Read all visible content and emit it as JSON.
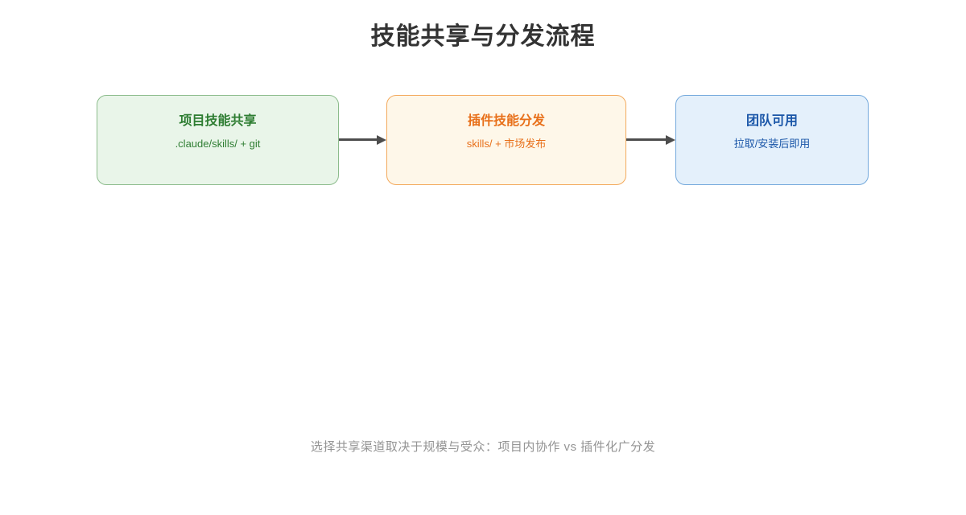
{
  "diagram": {
    "title": "技能共享与分发流程",
    "title_color": "#333333",
    "caption": "选择共享渠道取决于规模与受众：项目内协作 vs 插件化广分发",
    "caption_color": "#949494",
    "arrow_color": "#4d4d4d",
    "background": "#ffffff",
    "nodes": [
      {
        "title": "项目技能共享",
        "subtitle": ".claude/skills/ + git",
        "fill": "#e9f5e9",
        "border": "#8cbc8c",
        "text_color": "#2e7d32"
      },
      {
        "title": "插件技能分发",
        "subtitle": "skills/ + 市场发布",
        "fill": "#fef7e9",
        "border": "#f3a95c",
        "text_color": "#e8701a"
      },
      {
        "title": "团队可用",
        "subtitle": "拉取/安装后即用",
        "fill": "#e4f0fb",
        "border": "#74a9dc",
        "text_color": "#1a56a8"
      }
    ],
    "edges": [
      {
        "from": "项目技能共享",
        "to": "插件技能分发"
      },
      {
        "from": "插件技能分发",
        "to": "团队可用"
      }
    ]
  }
}
